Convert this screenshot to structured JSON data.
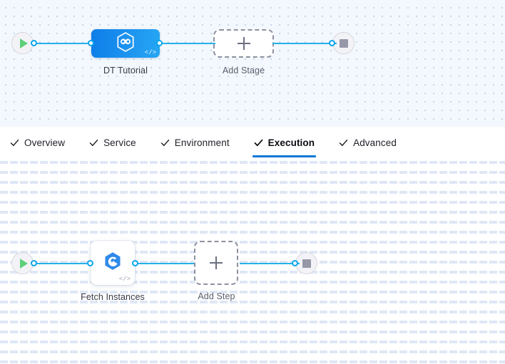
{
  "stage_canvas": {
    "name": "pipeline-stage-canvas",
    "background_color": "#f2f8fd",
    "start_node": {
      "icon": "play-icon",
      "label": ""
    },
    "end_node": {
      "icon": "stop-icon",
      "label": ""
    },
    "stage": {
      "label": "DT Tutorial",
      "icon": "harness-hexagon-icon",
      "code_badge": "</>",
      "color": "#1d94f0"
    },
    "add_stage": {
      "label": "Add Stage",
      "icon": "plus-icon"
    }
  },
  "tabs": {
    "name": "stage-config-tabs",
    "items": [
      {
        "label": "Overview",
        "icon": "check-icon",
        "active": false
      },
      {
        "label": "Service",
        "icon": "check-icon",
        "active": false
      },
      {
        "label": "Environment",
        "icon": "check-icon",
        "active": false
      },
      {
        "label": "Execution",
        "icon": "check-icon",
        "active": true
      },
      {
        "label": "Advanced",
        "icon": "check-icon",
        "active": false
      }
    ],
    "active_underline_color": "#0278d5"
  },
  "step_canvas": {
    "name": "execution-step-canvas",
    "background_color": "#ffffff",
    "start_node": {
      "icon": "play-icon"
    },
    "end_node": {
      "icon": "stop-icon"
    },
    "step": {
      "label": "Fetch Instances",
      "icon": "elastigroup-icon",
      "code_badge": "</>"
    },
    "add_step": {
      "label": "Add Step",
      "icon": "plus-icon"
    }
  },
  "colors": {
    "connector": "#27b0e8",
    "port_ring": "#0ba5ec",
    "play_green": "#5fd07a",
    "stop_gray": "#9698a8",
    "accent_blue": "#0278d5"
  }
}
